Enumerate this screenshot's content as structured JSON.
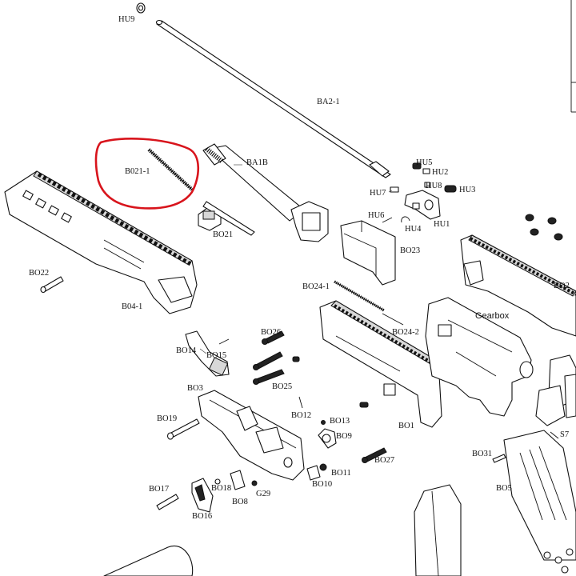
{
  "labels": {
    "hu9": "HU9",
    "ba2_1": "BA2-1",
    "b021_1": "B021-1",
    "ba1b": "BA1B",
    "bo21": "BO21",
    "hu5": "HU5",
    "hu2": "HU2",
    "hu8": "HU8",
    "hu3": "HU3",
    "hu7": "HU7",
    "hu6": "HU6",
    "hu4": "HU4",
    "hu1": "HU1",
    "bo23": "BO23",
    "bo22": "BO22",
    "bo4_1": "B04-1",
    "bo24_1": "BO24-1",
    "bo24_2": "BO24-2",
    "gearbox": "Gearbox",
    "bo2": "BO2",
    "bo26": "BO26",
    "bo14": "BO14",
    "bo15": "BO15",
    "bo25": "BO25",
    "bo3": "BO3",
    "bo12": "BO12",
    "bo13": "BO13",
    "bo9": "BO9",
    "bo1": "BO1",
    "bo19": "BO19",
    "bo27": "BO27",
    "bo11": "BO11",
    "bo10": "BO10",
    "bo31": "BO31",
    "s7": "S7",
    "bo17": "BO17",
    "bo18": "BO18",
    "bo8": "BO8",
    "g29": "G29",
    "bo16": "BO16",
    "bo5": "BO5"
  },
  "colors": {
    "highlight_circle": "#d8141c",
    "line": "#111111",
    "background": "#ffffff"
  }
}
